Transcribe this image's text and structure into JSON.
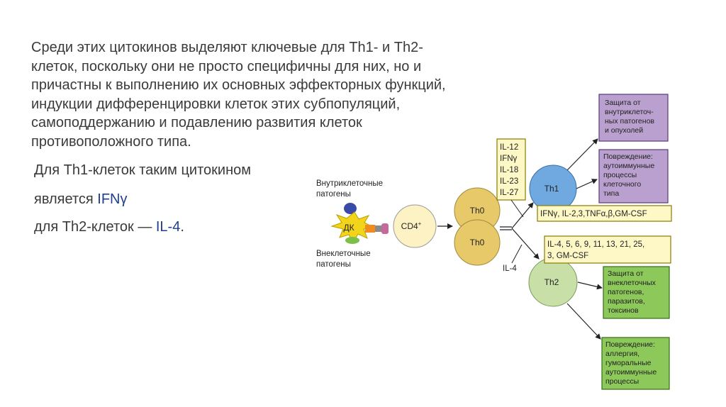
{
  "paragraph": {
    "lines": [
      "Среди этих цитокинов выделяют ключевые для Th1- и Th2-",
      "клеток, поскольку они не просто специфичны для них, но и",
      "причастны к выполнению их основных эффекторных функций,",
      "индукции дифференцировки клеток этих субпопуляций,",
      "самоподдержанию и подавлению развития клеток",
      "противоположного типа."
    ]
  },
  "th1_line": "Для Th1-клеток таким цитокином",
  "is_line": {
    "prefix": "является ",
    "value": "IFNγ"
  },
  "th2_line": {
    "prefix": "для Th2-клеток — ",
    "value": "IL-4",
    "suffix": "."
  },
  "diagram": {
    "intracellular_label": [
      "Внутриклеточные",
      "патогены"
    ],
    "extracellular_label": [
      "Внеклеточные",
      "патогены"
    ],
    "dc_label": "ДК",
    "cd4_label": "CD4",
    "cd4_sup": "+",
    "th0_top": "Th0",
    "th0_bottom": "Th0",
    "th1_label": "Th1",
    "th2_label": "Th2",
    "th1_inducers": [
      "IL-12",
      "IFNγ",
      "IL-18",
      "IL-23",
      "IL-27"
    ],
    "th2_inducer": "IL-4",
    "th1_cytokines": "IFNγ, IL-2,3,TNFα,β,GM-CSF",
    "th2_cytokines": [
      "IL-4, 5, 6, 9, 11, 13, 21, 25,",
      "3, GM-CSF"
    ],
    "box_protection_intra": [
      "Защита от",
      "внутриклеточ-",
      "ных патогенов",
      "и опухолей"
    ],
    "box_damage_th1": [
      "Повреждение:",
      "аутоиммунные",
      "процессы",
      "клеточного",
      "типа"
    ],
    "box_protection_extra": [
      "Защита от",
      "внеклеточных",
      "патогенов,",
      "паразитов,",
      "токсинов"
    ],
    "box_damage_th2": [
      "Повреждение:",
      "аллергия,",
      "гуморальные",
      "аутоиммунные",
      "процессы"
    ],
    "colors": {
      "th0_fill": "#e8c96a",
      "cd4_fill": "#fdf2c4",
      "th1_fill": "#6fa9e0",
      "th2_fill": "#c8e0a8",
      "purple_box": "#b9a0cf",
      "green_box": "#8cc85a",
      "yellow_box": "#fdf8c6",
      "dc_star": "#f2d41a"
    }
  }
}
